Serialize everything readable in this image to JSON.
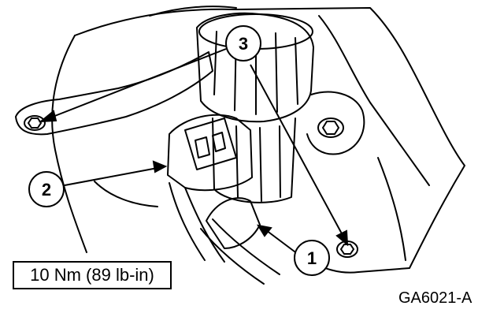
{
  "callouts": {
    "c1": "1",
    "c2": "2",
    "c3": "3"
  },
  "torque_spec": "10 Nm (89 lb-in)",
  "figure_code": "GA6021-A"
}
